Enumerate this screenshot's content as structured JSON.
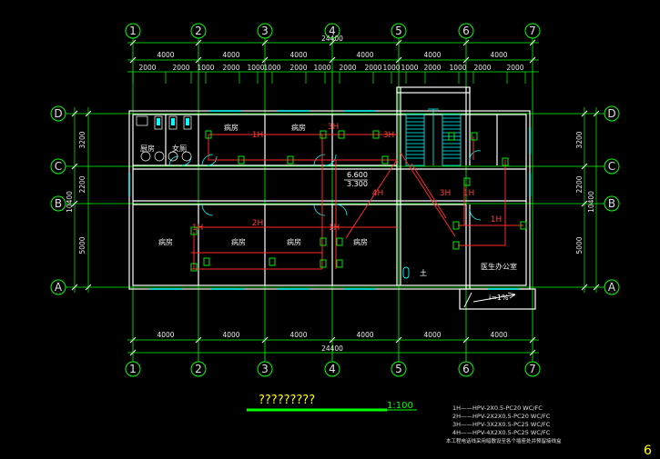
{
  "axes": {
    "columns": [
      "1",
      "2",
      "3",
      "4",
      "5",
      "6",
      "7"
    ],
    "rows": [
      "D",
      "C",
      "B",
      "A"
    ]
  },
  "dimensions": {
    "bay_top": [
      "4000",
      "4000",
      "4000",
      "4000",
      "4000",
      "4000"
    ],
    "sub_top": [
      "2000",
      "2000",
      "1000",
      "2000",
      "1000",
      "1000",
      "2000",
      "1000",
      "2000",
      "2000",
      "1000",
      "1000",
      "2000",
      "1000",
      "2000",
      "2000"
    ],
    "total": "24400",
    "bay_bottom": [
      "4000",
      "4000",
      "4000",
      "4000",
      "4000",
      "4000"
    ],
    "left_side": [
      "3200",
      "2200",
      "5000"
    ],
    "left_total": "10400",
    "right_side": [
      "3200",
      "2200",
      "5000"
    ],
    "right_total": "10400"
  },
  "rooms": {
    "kitchen": "厨房",
    "toilet": "女厕",
    "ward_top1": "病房",
    "ward_top2": "病房",
    "ward_b1": "病房",
    "ward_b2": "病房",
    "ward_b3": "病房",
    "ward_b4": "病房",
    "doctor_office": "医生办公室"
  },
  "annotations": {
    "elev_1": "6.600",
    "elev_2": "3.300",
    "slope": "i=1%",
    "earth": "土"
  },
  "wires": {
    "h1_a": "1H",
    "h3_a": "3H",
    "h4": "4H",
    "h3_b": "3H",
    "h1_b": "1H",
    "h1_c": "1H",
    "h2": "2H",
    "h1_d": "1H",
    "h1_e": "1H",
    "h3_c": "3H"
  },
  "title": {
    "text": "?????????",
    "scale": "1:100"
  },
  "legend": [
    "1H——HPV-2X0.5-PC20 WC/FC",
    "2H——HPV-2X2X0.5-PC20 WC/FC",
    "3H——HPV-3X2X0.5-PC25 WC/FC",
    "4H——HPV-4X2X0.5-PC25 WC/FC",
    "本工程电话线采用暗敷设至各个插座处并预留接线盒"
  ],
  "page_number": "6",
  "colors": {
    "background": "#000000",
    "axis_lines": "#00ff00",
    "walls": "#ffffff",
    "windows": "#00ffff",
    "wiring": "#ff2a2a",
    "doors": "#00ffff",
    "page_number": "#ffff00"
  }
}
